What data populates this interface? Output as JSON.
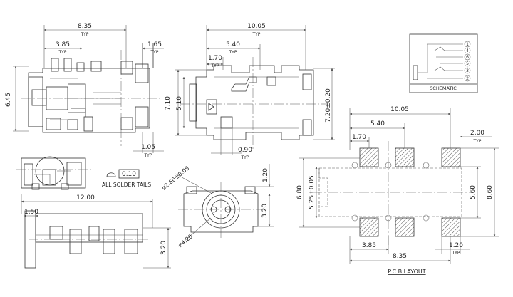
{
  "top_left_view": {
    "dims": {
      "d835": "8.35",
      "d385": "3.85",
      "d165": "1.65",
      "d645": "6.45",
      "d105": "1.05"
    },
    "typ": "TYP"
  },
  "top_mid_view": {
    "dims": {
      "d1005": "10.05",
      "d540": "5.40",
      "d170": "1.70",
      "d710": "7.10",
      "d510": "5.10",
      "d720": "7.20±0.20",
      "d090": "0.90"
    },
    "typ": "TYP"
  },
  "schematic": {
    "title": "SCHEMATIC",
    "pins": [
      "1",
      "4",
      "6",
      "5",
      "3",
      "2"
    ]
  },
  "bottom_left_view": {
    "note_value": "0.10",
    "note_text": "ALL SOLDER TAILS",
    "d1200": "12.00",
    "d150": "1.50",
    "d320": "3.20"
  },
  "front_view": {
    "d260": "ø2.60±0.05",
    "d420": "ø4.20",
    "d120": "1.20",
    "d320": "3.20"
  },
  "pcb_layout": {
    "title": "P.C.B LAYOUT",
    "typ": "TYP",
    "dims": {
      "d1005": "10.05",
      "d540": "5.40",
      "d170": "1.70",
      "d200": "2.00",
      "d680": "6.80",
      "d525": "5.25±0.05",
      "d560": "5.60",
      "d860": "8.60",
      "d385": "3.85",
      "d835": "8.35",
      "d120": "1.20"
    }
  }
}
